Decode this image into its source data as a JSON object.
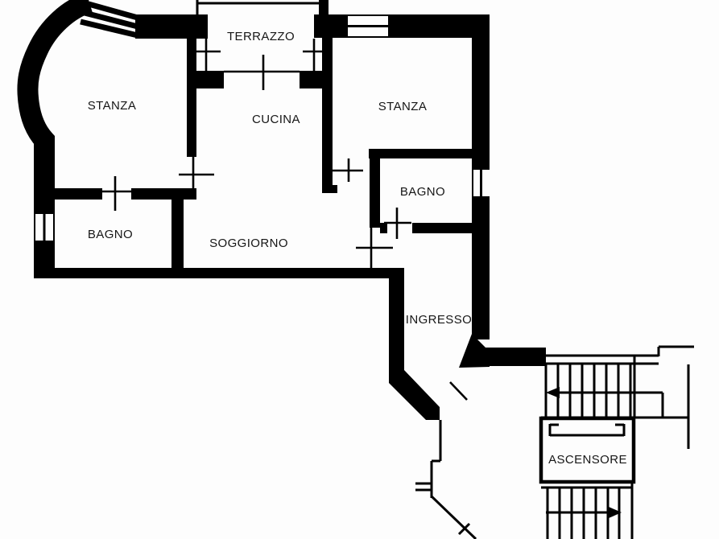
{
  "rooms": {
    "stanza_left": {
      "label": "STANZA"
    },
    "terrazzo": {
      "label": "TERRAZZO"
    },
    "cucina": {
      "label": "CUCINA"
    },
    "stanza_right": {
      "label": "STANZA"
    },
    "bagno_right": {
      "label": "BAGNO"
    },
    "bagno_left": {
      "label": "BAGNO"
    },
    "soggiorno": {
      "label": "SOGGIORNO"
    },
    "ingresso": {
      "label": "INGRESSO"
    },
    "ascensore": {
      "label": "ASCENSORE"
    }
  },
  "icons": {
    "stairs_up_arrow": "arrow-left",
    "stairs_down_arrow": "arrow-right"
  },
  "colors": {
    "wall": "#000000",
    "line": "#000000",
    "background": "#fdfdfd",
    "text": "#161616"
  }
}
